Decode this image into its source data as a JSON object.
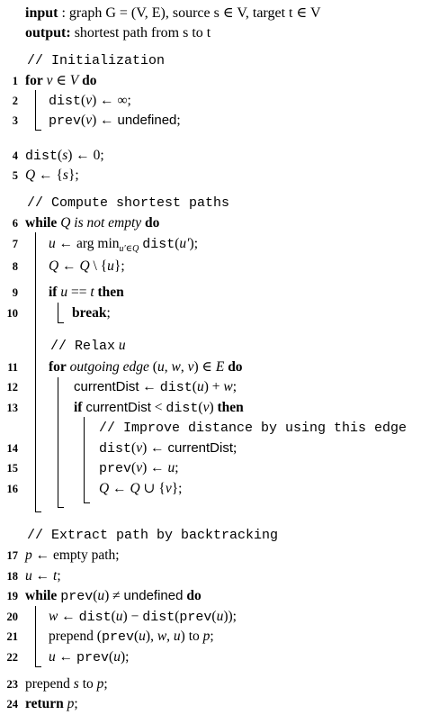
{
  "header": {
    "input_label": "input",
    "input_text": ": graph G = (V, E), source s ∈ V, target t ∈ V",
    "output_label": "output:",
    "output_text": "shortest path from s to t"
  },
  "comments": {
    "init": "// Initialization",
    "compute": "// Compute shortest paths",
    "relax_prefix": "// Relax",
    "relax_var": "u",
    "improve": "// Improve distance by using this edge",
    "extract": "// Extract path by backtracking"
  },
  "lines": [
    {
      "num": "1",
      "html": "<span class='kw'>for</span> <span class='it'>v</span> ∈ <span class='it'>V</span> <span class='kw'>do</span>"
    },
    {
      "num": "2",
      "html": "<span class='mono'>dist</span>(<span class='it'>v</span>) ← ∞;"
    },
    {
      "num": "3",
      "html": "<span class='mono'>prev</span>(<span class='it'>v</span>) ← <span class='sans'>undefined</span>;"
    },
    {
      "num": "4",
      "html": "<span class='mono'>dist</span>(<span class='it'>s</span>) ← 0;"
    },
    {
      "num": "5",
      "html": "<span class='it'>Q</span> ← {<span class='it'>s</span>};"
    },
    {
      "num": "6",
      "html": "<span class='kw'>while</span> <span class='it'>Q is not empty</span> <span class='kw'>do</span>"
    },
    {
      "num": "7",
      "html": "<span class='it'>u</span> ← arg min<sub style='font-size:10px'><span class='it'>u′</span>∈<span class='it'>Q</span></sub> <span class='mono'>dist</span>(<span class='it'>u′</span>);"
    },
    {
      "num": "8",
      "html": "<span class='it'>Q</span> ← <span class='it'>Q</span> \\ {<span class='it'>u</span>};"
    },
    {
      "num": "9",
      "html": "<span class='kw'>if</span> <span class='it'>u</span> == <span class='it'>t</span> <span class='kw'>then</span>"
    },
    {
      "num": "10",
      "html": "<span class='kw'>break</span>;"
    },
    {
      "num": "11",
      "html": "<span class='kw'>for</span> <span class='it'>outgoing edge</span> (<span class='it'>u</span>, <span class='it'>w</span>, <span class='it'>v</span>) ∈ <span class='it'>E</span> <span class='kw'>do</span>"
    },
    {
      "num": "12",
      "html": "<span class='sans'>currentDist</span> ← <span class='mono'>dist</span>(<span class='it'>u</span>) + <span class='it'>w</span>;"
    },
    {
      "num": "13",
      "html": "<span class='kw'>if</span> <span class='sans'>currentDist</span> &lt; <span class='mono'>dist</span>(<span class='it'>v</span>) <span class='kw'>then</span>"
    },
    {
      "num": "14",
      "html": "<span class='mono'>dist</span>(<span class='it'>v</span>) ← <span class='sans'>currentDist</span>;"
    },
    {
      "num": "15",
      "html": "<span class='mono'>prev</span>(<span class='it'>v</span>) ← <span class='it'>u</span>;"
    },
    {
      "num": "16",
      "html": "<span class='it'>Q</span> ← <span class='it'>Q</span> ∪ {<span class='it'>v</span>};"
    },
    {
      "num": "17",
      "html": "<span class='it'>p</span> ← empty path;"
    },
    {
      "num": "18",
      "html": "<span class='it'>u</span> ← <span class='it'>t</span>;"
    },
    {
      "num": "19",
      "html": "<span class='kw'>while</span> <span class='mono'>prev</span>(<span class='it'>u</span>) ≠ <span class='sans'>undefined</span> <span class='kw'>do</span>"
    },
    {
      "num": "20",
      "html": "<span class='it'>w</span> ← <span class='mono'>dist</span>(<span class='it'>u</span>) − <span class='mono'>dist</span>(<span class='mono'>prev</span>(<span class='it'>u</span>));"
    },
    {
      "num": "21",
      "html": "prepend (<span class='mono'>prev</span>(<span class='it'>u</span>), <span class='it'>w</span>, <span class='it'>u</span>) to <span class='it'>p</span>;"
    },
    {
      "num": "22",
      "html": "<span class='it'>u</span> ← <span class='mono'>prev</span>(<span class='it'>u</span>);"
    },
    {
      "num": "23",
      "html": "prepend <span class='it'>s</span> to <span class='it'>p</span>;"
    },
    {
      "num": "24",
      "html": "<span class='kw'>return</span> <span class='it'>p</span>;"
    }
  ]
}
